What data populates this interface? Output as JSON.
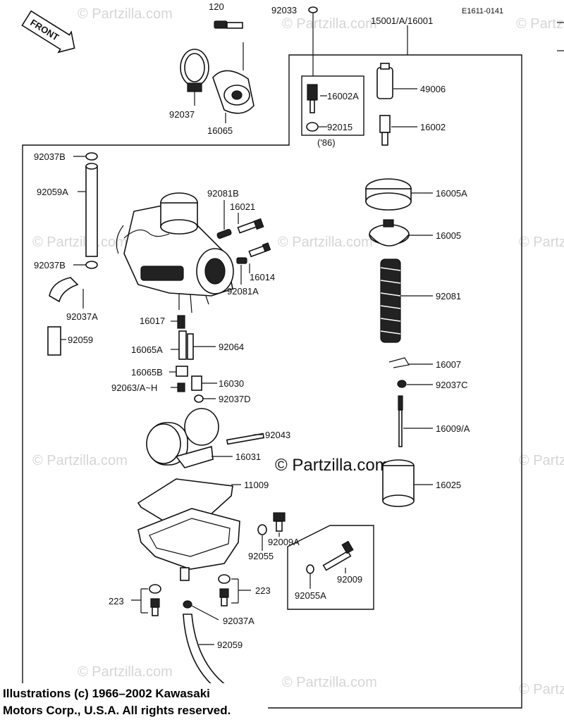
{
  "figure_code": "E1611-0141",
  "front_label": "FRONT",
  "watermark_text": "© Partzilla.com",
  "center_watermark_text": "© Partzilla.com",
  "footer": {
    "line1": "Illustrations (c) 1966–2002 Kawasaki",
    "line2": "Motors Corp., U.S.A.  All rights reserved."
  },
  "labels": {
    "p120": "120",
    "p92033": "92033",
    "p15001": "15001/A/16001",
    "p16002A": "16002A",
    "p92015": "92015",
    "p86": "('86)",
    "p49006": "49006",
    "p16002": "16002",
    "p92037": "92037",
    "p16065": "16065",
    "p92037B_top": "92037B",
    "p92059A": "92059A",
    "p92081B": "92081B",
    "p16021": "16021",
    "p92037B_mid": "92037B",
    "p16014": "16014",
    "p92081A": "92081A",
    "p92037A_left": "92037A",
    "p16017": "16017",
    "p92059_left": "92059",
    "p16065A": "16065A",
    "p92064": "92064",
    "p16065B": "16065B",
    "p92063": "92063/A~H",
    "p16030": "16030",
    "p92037D": "92037D",
    "p92043": "92043",
    "p16031": "16031",
    "p11009": "11009",
    "p92009A": "92009A",
    "p92055": "92055",
    "p92009": "92009",
    "p92055A": "92055A",
    "p223_left": "223",
    "p223_right": "223",
    "p92037A_bottom": "92037A",
    "p92059_bottom": "92059",
    "p16005A": "16005A",
    "p16005": "16005",
    "p92081": "92081",
    "p16007": "16007",
    "p92037C": "92037C",
    "p16009A": "16009/A",
    "p16025": "16025"
  }
}
